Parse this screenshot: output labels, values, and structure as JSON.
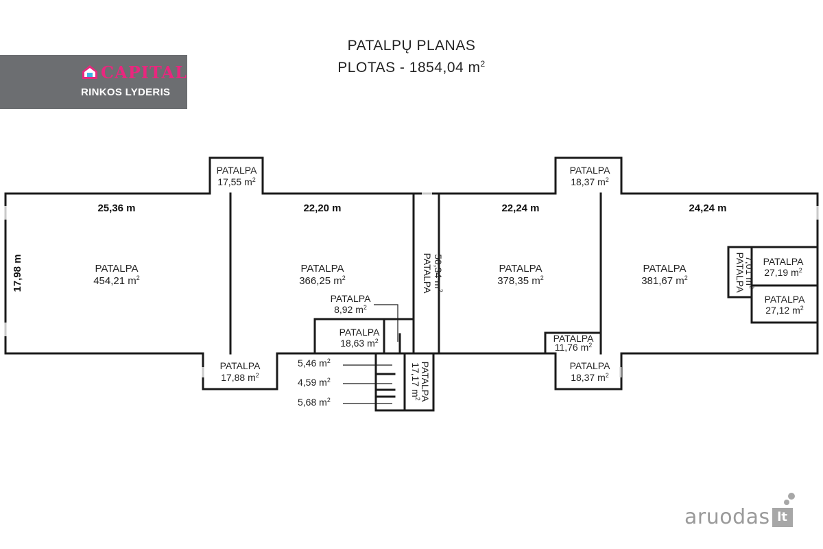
{
  "header": {
    "title_line1": "PATALPŲ PLANAS",
    "title_line2": "PLOTAS - 1854,04 m",
    "title_sup": "2"
  },
  "logo": {
    "brand": "CAPITAL",
    "subtitle": "RINKOS LYDERIS",
    "colors": {
      "box": "#6c6e71",
      "brand": "#e8277e",
      "accent": "#3fb4e5"
    },
    "icon": "house-icon"
  },
  "plan": {
    "label": "PATALPA",
    "unit": "m",
    "unit_sup": "2",
    "dimensions": {
      "d1": "25,36 m",
      "d2": "22,20 m",
      "d3": "22,24 m",
      "d4": "24,24 m",
      "height": "17,98 m"
    },
    "areas": {
      "r1": "454,21 m",
      "r2": "366,25 m",
      "r3": "378,35 m",
      "r4": "381,67 m",
      "top1": "17,55 m",
      "top2": "18,37 m",
      "bot1": "17,88 m",
      "bot2": "18,37 m",
      "corridor": "50,34 m",
      "small_a": "8,92 m",
      "small_b": "18,63 m",
      "small_c": "11,76 m",
      "narrow": "7,01 m",
      "right_a": "27,19 m",
      "right_b": "27,12 m",
      "wc_stair": "17,17 m",
      "wc1": "5,46 m",
      "wc2": "4,59 m",
      "wc3": "5,68 m"
    }
  },
  "watermark": {
    "text": "aruodas",
    "box": "lt",
    "colors": {
      "text": "#9a9a9a",
      "box": "#a7a7a7"
    }
  }
}
